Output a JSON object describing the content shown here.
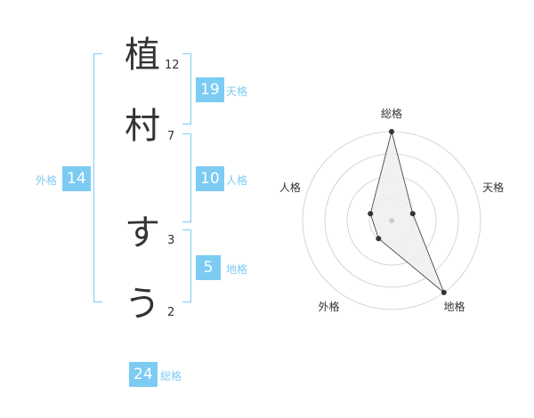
{
  "name": {
    "chars": [
      {
        "char": "植",
        "strokes": "12"
      },
      {
        "char": "村",
        "strokes": "7"
      },
      {
        "char": "す",
        "strokes": "3"
      },
      {
        "char": "う",
        "strokes": "2"
      }
    ]
  },
  "kaku": {
    "ten": {
      "value": "19",
      "label": "天格"
    },
    "jin": {
      "value": "10",
      "label": "人格"
    },
    "chi": {
      "value": "5",
      "label": "地格"
    },
    "gai": {
      "value": "14",
      "label": "外格"
    },
    "sou": {
      "value": "24",
      "label": "総格"
    }
  },
  "colors": {
    "accent": "#7ccbf3",
    "text": "#333333",
    "grid": "#cccccc",
    "polygon_fill": "#eeeeee",
    "polygon_stroke": "#333333",
    "center_dot": "#cccccc"
  },
  "chart_data": {
    "type": "radar",
    "axes": [
      "総格",
      "天格",
      "地格",
      "外格",
      "人格"
    ],
    "values": [
      4,
      1,
      4,
      1,
      1
    ],
    "max": 4,
    "rings": 4
  }
}
